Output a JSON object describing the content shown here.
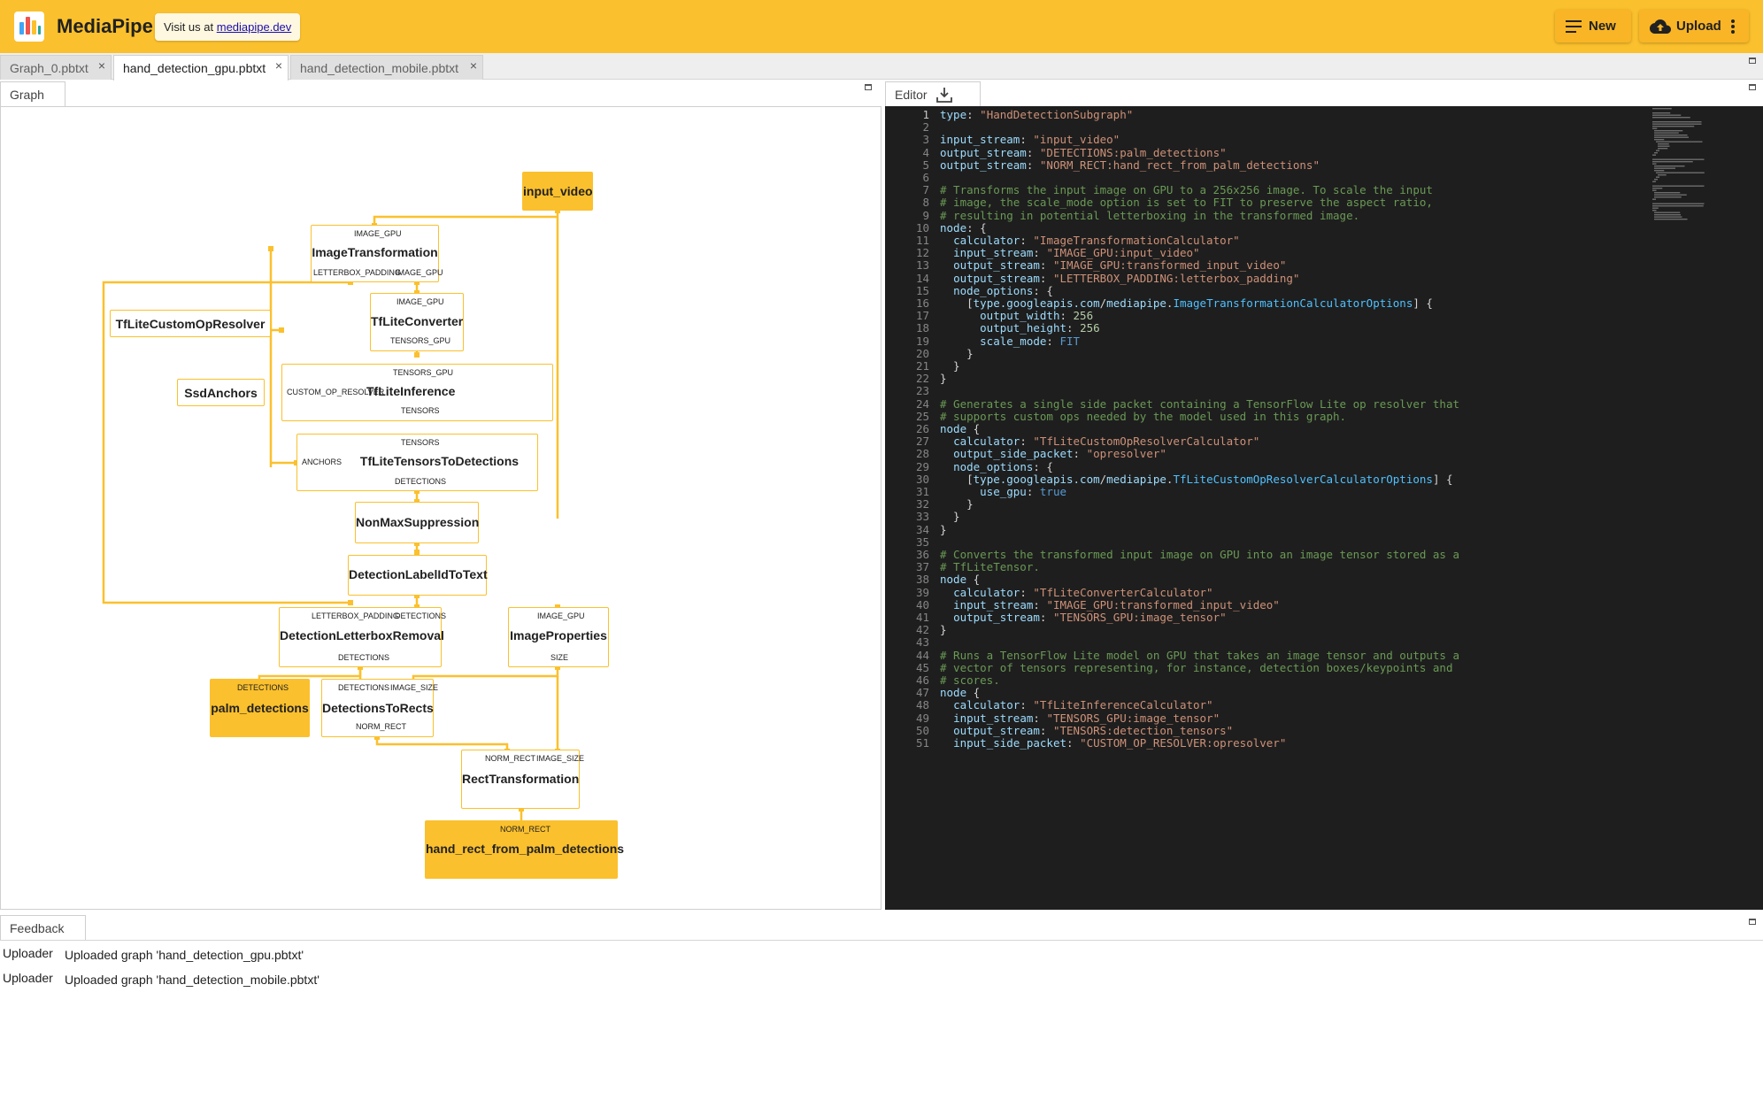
{
  "header": {
    "app_title": "MediaPipe",
    "visit_text": "Visit us at ",
    "visit_link": "mediapipe.dev",
    "new_label": "New",
    "upload_label": "Upload",
    "colors": {
      "bar": "#fbc02d",
      "accent": "#fbc02d"
    }
  },
  "tabs": [
    {
      "label": "Graph_0.pbtxt",
      "active": false
    },
    {
      "label": "hand_detection_gpu.pbtxt",
      "active": true
    },
    {
      "label": "hand_detection_mobile.pbtxt",
      "active": false
    }
  ],
  "panels": {
    "graph_tab": "Graph",
    "editor_tab": "Editor",
    "feedback_tab": "Feedback"
  },
  "graph": {
    "nodes": {
      "input_video": "input_video",
      "image_transformation": "ImageTransformation",
      "tflite_custom_op_resolver": "TfLiteCustomOpResolver",
      "tflite_converter": "TfLiteConverter",
      "ssd_anchors": "SsdAnchors",
      "tflite_inference": "TfLiteInference",
      "tflite_tensors_to_detections": "TfLiteTensorsToDetections",
      "non_max_suppression": "NonMaxSuppression",
      "detection_label_id_to_text": "DetectionLabelIdToText",
      "detection_letterbox_removal": "DetectionLetterboxRemoval",
      "image_properties": "ImageProperties",
      "palm_detections": "palm_detections",
      "detections_to_rects": "DetectionsToRects",
      "rect_transformation": "RectTransformation",
      "hand_rect_from_palm_detections": "hand_rect_from_palm_detections"
    },
    "ports": {
      "image_gpu": "IMAGE_GPU",
      "letterbox_padding": "LETTERBOX_PADDING",
      "tensors_gpu": "TENSORS_GPU",
      "custom_op_resolver": "CUSTOM_OP_RESOLVER",
      "tensors": "TENSORS",
      "anchors": "ANCHORS",
      "detections": "DETECTIONS",
      "size": "SIZE",
      "image_size": "IMAGE_SIZE",
      "norm_rect": "NORM_RECT"
    }
  },
  "editor": {
    "code_lines": [
      "type: \"HandDetectionSubgraph\"",
      "",
      "input_stream: \"input_video\"",
      "output_stream: \"DETECTIONS:palm_detections\"",
      "output_stream: \"NORM_RECT:hand_rect_from_palm_detections\"",
      "",
      "# Transforms the input image on GPU to a 256x256 image. To scale the input",
      "# image, the scale_mode option is set to FIT to preserve the aspect ratio,",
      "# resulting in potential letterboxing in the transformed image.",
      "node: {",
      "  calculator: \"ImageTransformationCalculator\"",
      "  input_stream: \"IMAGE_GPU:input_video\"",
      "  output_stream: \"IMAGE_GPU:transformed_input_video\"",
      "  output_stream: \"LETTERBOX_PADDING:letterbox_padding\"",
      "  node_options: {",
      "    [type.googleapis.com/mediapipe.ImageTransformationCalculatorOptions] {",
      "      output_width: 256",
      "      output_height: 256",
      "      scale_mode: FIT",
      "    }",
      "  }",
      "}",
      "",
      "# Generates a single side packet containing a TensorFlow Lite op resolver that",
      "# supports custom ops needed by the model used in this graph.",
      "node {",
      "  calculator: \"TfLiteCustomOpResolverCalculator\"",
      "  output_side_packet: \"opresolver\"",
      "  node_options: {",
      "    [type.googleapis.com/mediapipe.TfLiteCustomOpResolverCalculatorOptions] {",
      "      use_gpu: true",
      "    }",
      "  }",
      "}",
      "",
      "# Converts the transformed input image on GPU into an image tensor stored as a",
      "# TfLiteTensor.",
      "node {",
      "  calculator: \"TfLiteConverterCalculator\"",
      "  input_stream: \"IMAGE_GPU:transformed_input_video\"",
      "  output_stream: \"TENSORS_GPU:image_tensor\"",
      "}",
      "",
      "# Runs a TensorFlow Lite model on GPU that takes an image tensor and outputs a",
      "# vector of tensors representing, for instance, detection boxes/keypoints and",
      "# scores.",
      "node {",
      "  calculator: \"TfLiteInferenceCalculator\"",
      "  input_stream: \"TENSORS_GPU:image_tensor\"",
      "  output_stream: \"TENSORS:detection_tensors\"",
      "  input_side_packet: \"CUSTOM_OP_RESOLVER:opresolver\""
    ]
  },
  "feedback": [
    {
      "source": "Uploader",
      "message": "Uploaded graph 'hand_detection_gpu.pbtxt'"
    },
    {
      "source": "Uploader",
      "message": "Uploaded graph 'hand_detection_mobile.pbtxt'"
    }
  ]
}
